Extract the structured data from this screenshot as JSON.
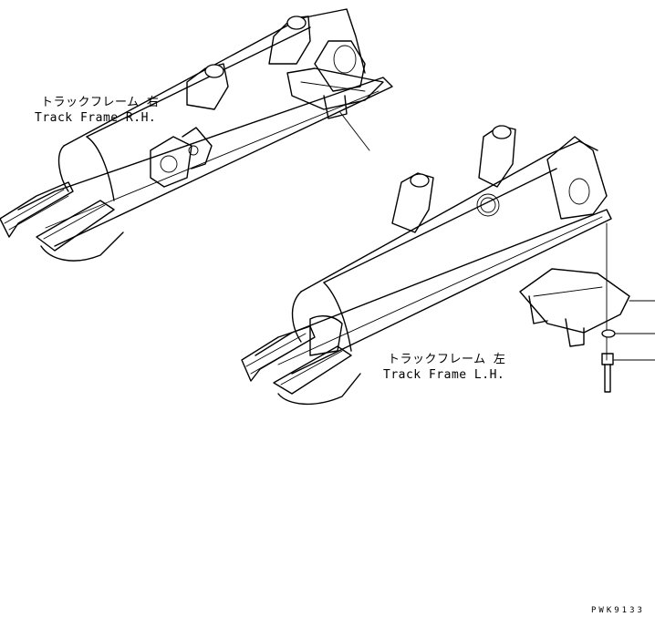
{
  "labels": {
    "right_frame_jp": "トラックフレーム 右",
    "right_frame_en": "Track Frame R.H.",
    "left_frame_jp": "トラックフレーム 左",
    "left_frame_en": "Track Frame L.H."
  },
  "drawing_code": "PWK9133"
}
